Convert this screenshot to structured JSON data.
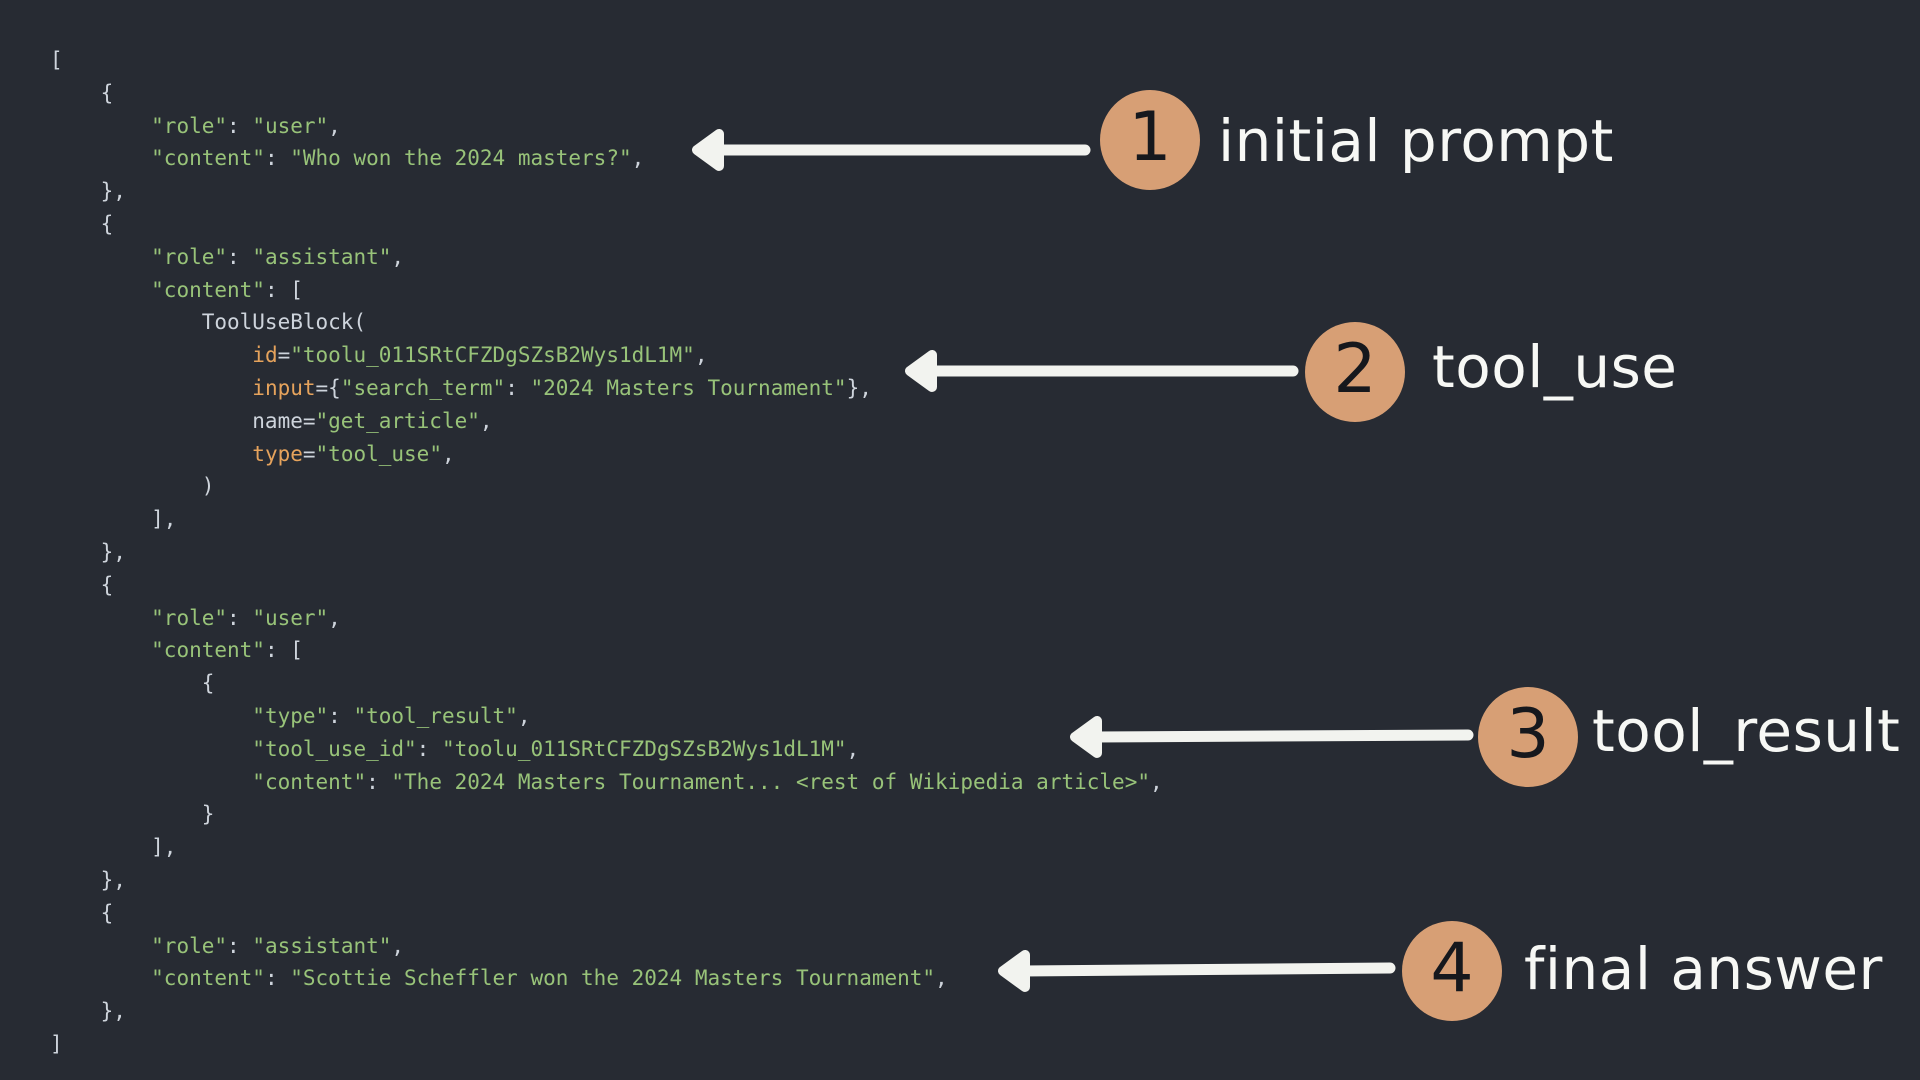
{
  "colors": {
    "background": "#272b33",
    "code_default": "#ced4dc",
    "string_green": "#98c379",
    "builtin_orange": "#e6a35c",
    "badge_tan": "#d79f75",
    "badge_number": "#16181d",
    "arrow_white": "#f2f3ef",
    "label_white": "#f7f8f5"
  },
  "code": {
    "lines": [
      [
        {
          "c": "p",
          "t": "["
        }
      ],
      [
        {
          "c": "p",
          "t": "    {"
        }
      ],
      [
        {
          "c": "p",
          "t": "        "
        },
        {
          "c": "s",
          "t": "\"role\""
        },
        {
          "c": "p",
          "t": ": "
        },
        {
          "c": "s",
          "t": "\"user\""
        },
        {
          "c": "p",
          "t": ","
        }
      ],
      [
        {
          "c": "p",
          "t": "        "
        },
        {
          "c": "s",
          "t": "\"content\""
        },
        {
          "c": "p",
          "t": ": "
        },
        {
          "c": "s",
          "t": "\"Who won the 2024 masters?\""
        },
        {
          "c": "p",
          "t": ","
        }
      ],
      [
        {
          "c": "p",
          "t": "    },"
        }
      ],
      [
        {
          "c": "p",
          "t": "    {"
        }
      ],
      [
        {
          "c": "p",
          "t": "        "
        },
        {
          "c": "s",
          "t": "\"role\""
        },
        {
          "c": "p",
          "t": ": "
        },
        {
          "c": "s",
          "t": "\"assistant\""
        },
        {
          "c": "p",
          "t": ","
        }
      ],
      [
        {
          "c": "p",
          "t": "        "
        },
        {
          "c": "s",
          "t": "\"content\""
        },
        {
          "c": "p",
          "t": ": ["
        }
      ],
      [
        {
          "c": "p",
          "t": "            ToolUseBlock("
        }
      ],
      [
        {
          "c": "p",
          "t": "                "
        },
        {
          "c": "k",
          "t": "id"
        },
        {
          "c": "p",
          "t": "="
        },
        {
          "c": "s",
          "t": "\"toolu_011SRtCFZDgSZsB2Wys1dL1M\""
        },
        {
          "c": "p",
          "t": ","
        }
      ],
      [
        {
          "c": "p",
          "t": "                "
        },
        {
          "c": "k",
          "t": "input"
        },
        {
          "c": "p",
          "t": "={"
        },
        {
          "c": "s",
          "t": "\"search_term\""
        },
        {
          "c": "p",
          "t": ": "
        },
        {
          "c": "s",
          "t": "\"2024 Masters Tournament\""
        },
        {
          "c": "p",
          "t": "},"
        }
      ],
      [
        {
          "c": "p",
          "t": "                name="
        },
        {
          "c": "s",
          "t": "\"get_article\""
        },
        {
          "c": "p",
          "t": ","
        }
      ],
      [
        {
          "c": "p",
          "t": "                "
        },
        {
          "c": "k",
          "t": "type"
        },
        {
          "c": "p",
          "t": "="
        },
        {
          "c": "s",
          "t": "\"tool_use\""
        },
        {
          "c": "p",
          "t": ","
        }
      ],
      [
        {
          "c": "p",
          "t": "            )"
        }
      ],
      [
        {
          "c": "p",
          "t": "        ],"
        }
      ],
      [
        {
          "c": "p",
          "t": "    },"
        }
      ],
      [
        {
          "c": "p",
          "t": "    {"
        }
      ],
      [
        {
          "c": "p",
          "t": "        "
        },
        {
          "c": "s",
          "t": "\"role\""
        },
        {
          "c": "p",
          "t": ": "
        },
        {
          "c": "s",
          "t": "\"user\""
        },
        {
          "c": "p",
          "t": ","
        }
      ],
      [
        {
          "c": "p",
          "t": "        "
        },
        {
          "c": "s",
          "t": "\"content\""
        },
        {
          "c": "p",
          "t": ": ["
        }
      ],
      [
        {
          "c": "p",
          "t": "            {"
        }
      ],
      [
        {
          "c": "p",
          "t": "                "
        },
        {
          "c": "s",
          "t": "\"type\""
        },
        {
          "c": "p",
          "t": ": "
        },
        {
          "c": "s",
          "t": "\"tool_result\""
        },
        {
          "c": "p",
          "t": ","
        }
      ],
      [
        {
          "c": "p",
          "t": "                "
        },
        {
          "c": "s",
          "t": "\"tool_use_id\""
        },
        {
          "c": "p",
          "t": ": "
        },
        {
          "c": "s",
          "t": "\"toolu_011SRtCFZDgSZsB2Wys1dL1M\""
        },
        {
          "c": "p",
          "t": ","
        }
      ],
      [
        {
          "c": "p",
          "t": "                "
        },
        {
          "c": "s",
          "t": "\"content\""
        },
        {
          "c": "p",
          "t": ": "
        },
        {
          "c": "s",
          "t": "\"The 2024 Masters Tournament... <rest of Wikipedia article>\""
        },
        {
          "c": "p",
          "t": ","
        }
      ],
      [
        {
          "c": "p",
          "t": "            }"
        }
      ],
      [
        {
          "c": "p",
          "t": "        ],"
        }
      ],
      [
        {
          "c": "p",
          "t": "    },"
        }
      ],
      [
        {
          "c": "p",
          "t": "    {"
        }
      ],
      [
        {
          "c": "p",
          "t": "        "
        },
        {
          "c": "s",
          "t": "\"role\""
        },
        {
          "c": "p",
          "t": ": "
        },
        {
          "c": "s",
          "t": "\"assistant\""
        },
        {
          "c": "p",
          "t": ","
        }
      ],
      [
        {
          "c": "p",
          "t": "        "
        },
        {
          "c": "s",
          "t": "\"content\""
        },
        {
          "c": "p",
          "t": ": "
        },
        {
          "c": "s",
          "t": "\"Scottie Scheffler won the 2024 Masters Tournament\""
        },
        {
          "c": "p",
          "t": ","
        }
      ],
      [
        {
          "c": "p",
          "t": "    },"
        }
      ],
      [
        {
          "c": "p",
          "t": "]"
        }
      ]
    ]
  },
  "annotations": [
    {
      "num": "1",
      "label": "initial prompt"
    },
    {
      "num": "2",
      "label": "tool_use"
    },
    {
      "num": "3",
      "label": "tool_result"
    },
    {
      "num": "4",
      "label": "final answer"
    }
  ]
}
